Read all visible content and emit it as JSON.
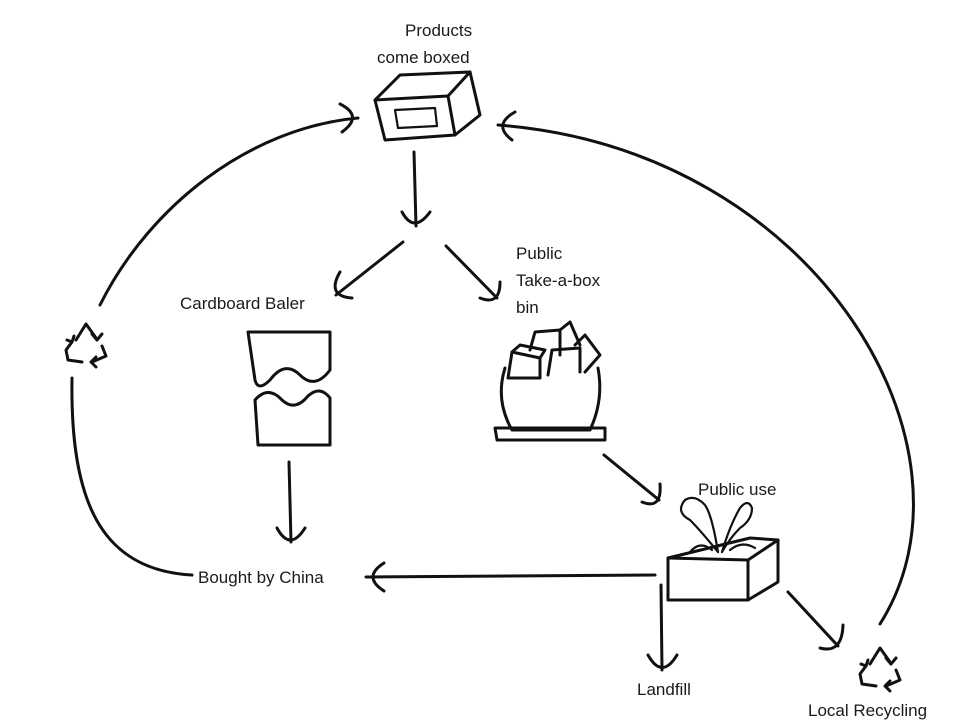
{
  "nodes": {
    "products": {
      "line1": "Products",
      "line2": "come boxed"
    },
    "baler": {
      "label": "Cardboard Baler"
    },
    "take_box": {
      "line1": "Public",
      "line2": "Take-a-box",
      "line3": "bin"
    },
    "public_use": {
      "label": "Public use"
    },
    "china": {
      "label": "Bought by China"
    },
    "landfill": {
      "label": "Landfill"
    },
    "recycling": {
      "label": "Local Recycling"
    }
  },
  "icons": [
    "box-icon",
    "baler-icon",
    "bin-icon",
    "planter-icon",
    "recycle-icon"
  ],
  "colors": {
    "ink": "#111111",
    "background": "#ffffff"
  }
}
